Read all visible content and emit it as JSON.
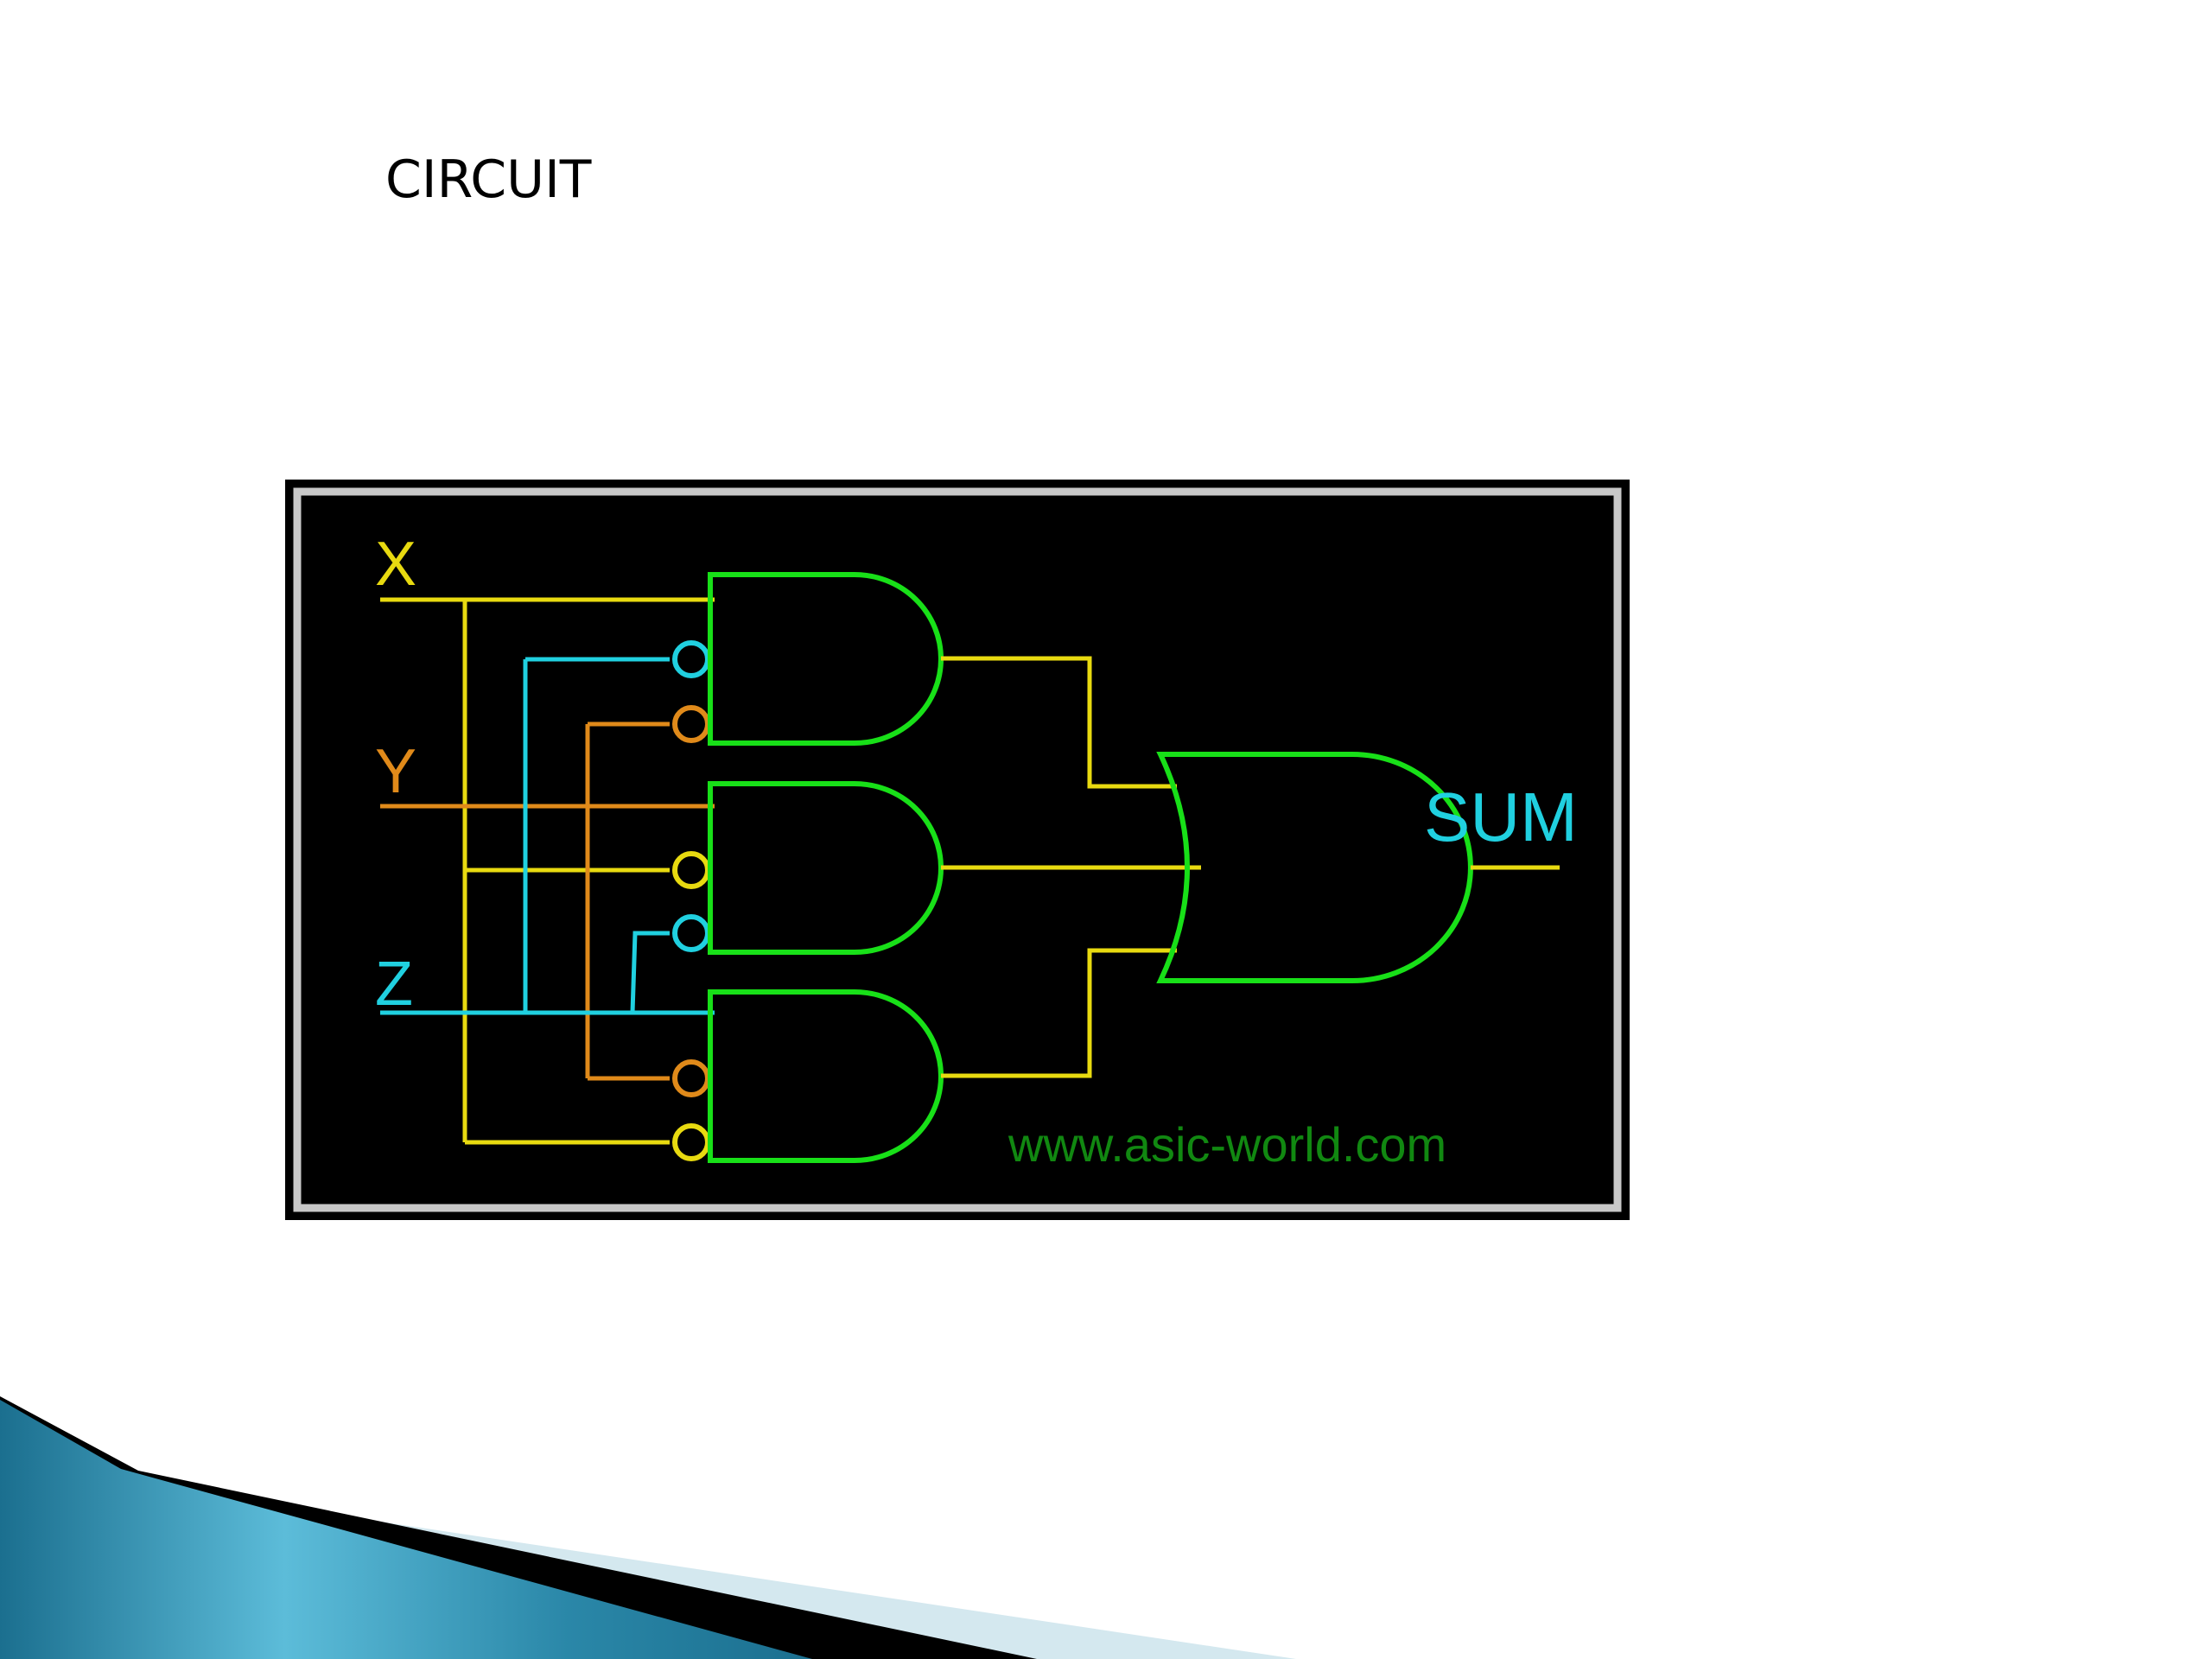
{
  "slide": {
    "title": "CIRCUIT"
  },
  "circuit": {
    "inputs": {
      "x": "X",
      "y": "Y",
      "z": "Z"
    },
    "output": "SUM",
    "watermark": "www.asic-world.com"
  },
  "colors": {
    "x_wire": "#E8DA10",
    "y_wire": "#E08A1A",
    "z_wire": "#20D0E0",
    "gate": "#18E018",
    "output_label": "#20D0E0",
    "watermark": "#118811",
    "frame_border": "#c8c8c8",
    "band_dark": "#1b6f8f",
    "band_light": "#d4e8ef"
  },
  "icons": [
    "and-gate-icon",
    "or-gate-icon",
    "inverter-bubble-icon"
  ]
}
